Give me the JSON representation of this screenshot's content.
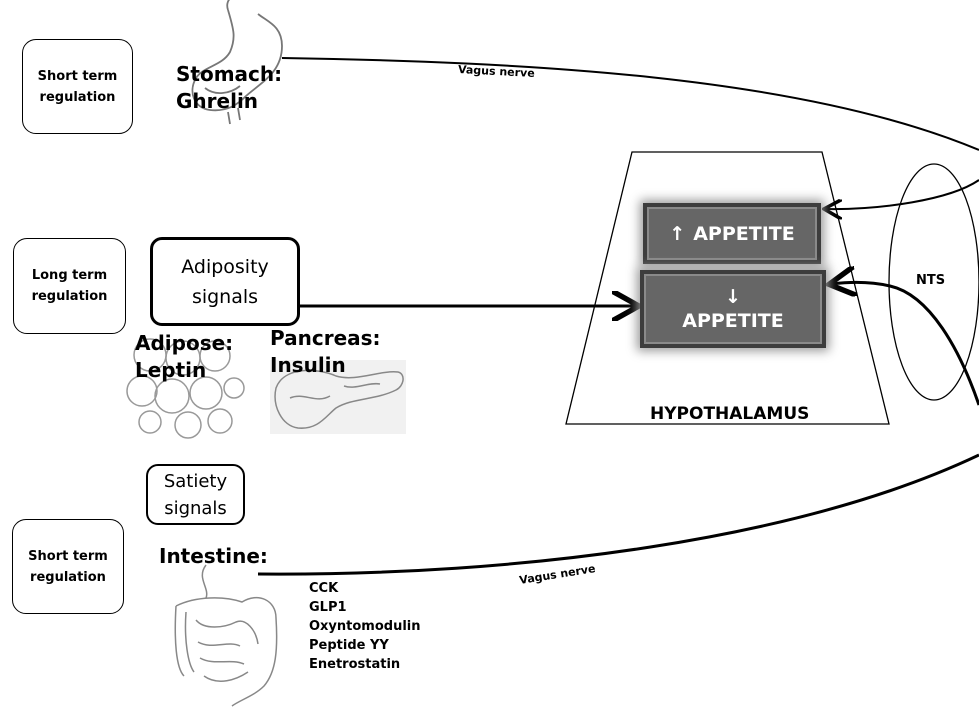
{
  "regulation": {
    "top": [
      "Short term",
      "regulation"
    ],
    "middle": [
      "Long term",
      "regulation"
    ],
    "bottom": [
      "Short term",
      "regulation"
    ]
  },
  "stomach": [
    "Stomach:",
    "Ghrelin"
  ],
  "vagus": {
    "top": "Vagus nerve",
    "bottom": "Vagus nerve"
  },
  "adiposity": [
    "Adiposity",
    "signals"
  ],
  "adipose": [
    "Adipose:",
    "Leptin"
  ],
  "pancreas": [
    "Pancreas:",
    "Insulin"
  ],
  "satiety": [
    "Satiety",
    "signals"
  ],
  "intestine": "Intestine:",
  "hormones": [
    "CCK",
    "GLP1",
    "Oxyntomodulin",
    "Peptide YY",
    "Enetrostatin"
  ],
  "appetite_up": {
    "arrow": "↑",
    "label": "APPETITE"
  },
  "appetite_down": {
    "arrow": "↓",
    "label": "APPETITE"
  },
  "hypothalamus": "HYPOTHALAMUS",
  "nts": "NTS"
}
